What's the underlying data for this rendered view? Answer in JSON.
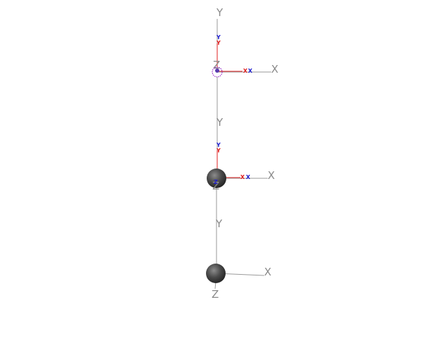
{
  "scene": {
    "background": "#ffffff",
    "colors": {
      "world_axis": "#9a9a9a",
      "local_x_axis": "#e02020",
      "local_y_axis": "#e02020",
      "alt_axis": "#2020d0",
      "joint_sphere": "#4a4a4a",
      "marker_ring": "#9b30c8"
    },
    "frames": [
      {
        "name": "top",
        "x_label": "X",
        "y_label": "Y",
        "z_label": "Z",
        "local_x_red": "X",
        "local_x_blue": "X",
        "local_y_red": "Y",
        "local_y_blue": "Y",
        "joint": "marker-ring"
      },
      {
        "name": "middle",
        "x_label": "X",
        "y_label": "Y",
        "z_label": "Z",
        "local_x_red": "X",
        "local_x_blue": "X",
        "local_y_red": "Y",
        "local_y_blue": "Y",
        "joint": "sphere"
      },
      {
        "name": "bottom",
        "x_label": "X",
        "y_label": "Y",
        "z_label": "Z",
        "joint": "sphere"
      }
    ]
  }
}
